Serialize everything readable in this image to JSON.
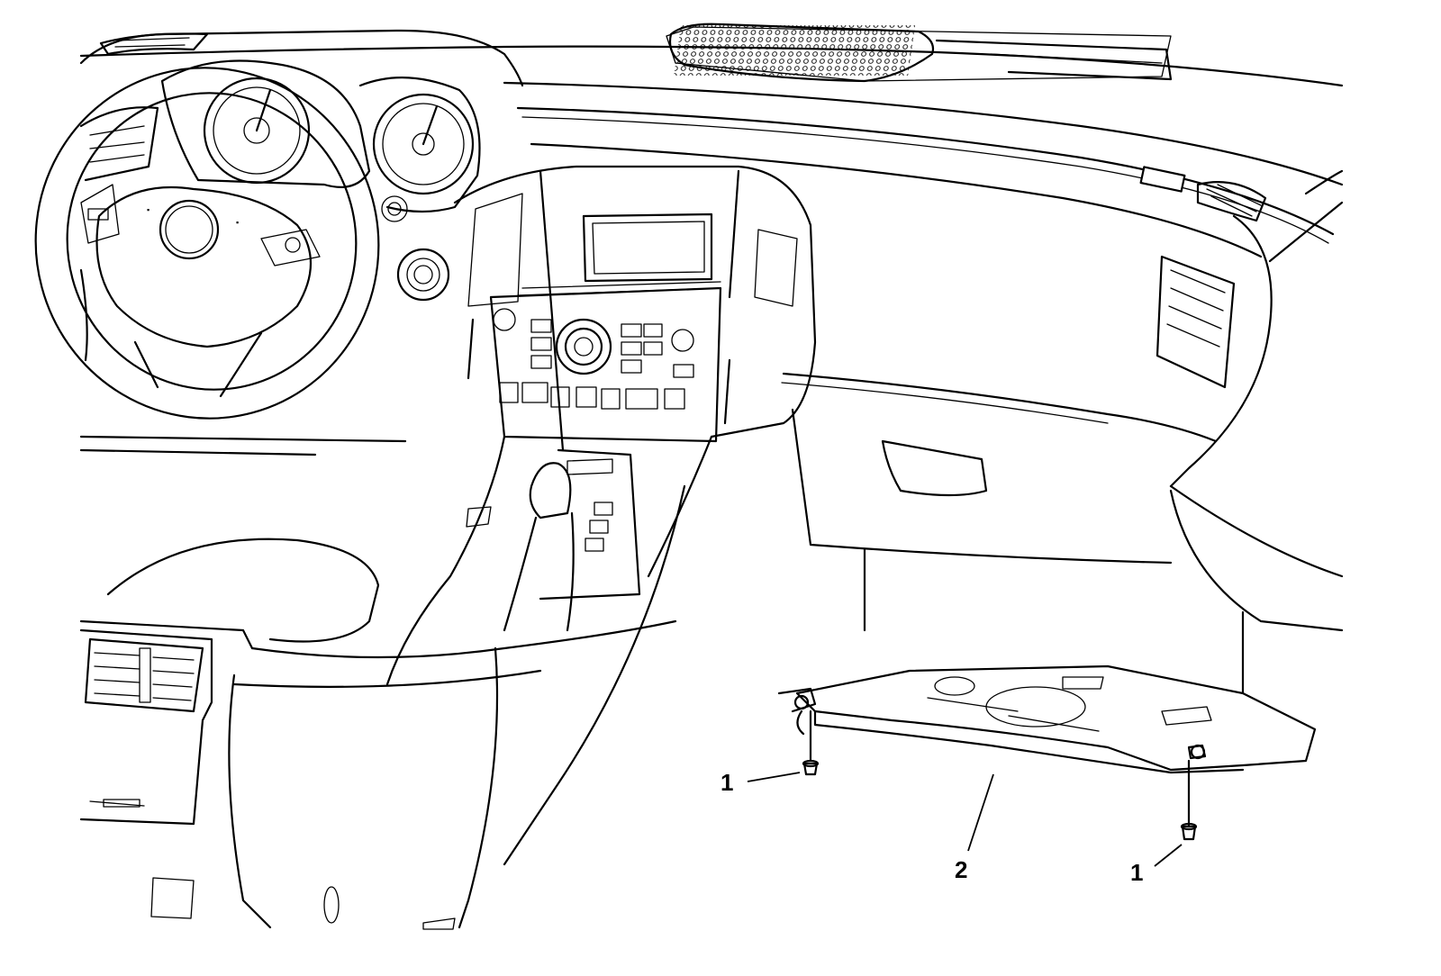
{
  "figure": {
    "callouts": [
      {
        "id": "callout-1-left",
        "label": "1"
      },
      {
        "id": "callout-2",
        "label": "2"
      },
      {
        "id": "callout-1-right",
        "label": "1"
      }
    ]
  }
}
